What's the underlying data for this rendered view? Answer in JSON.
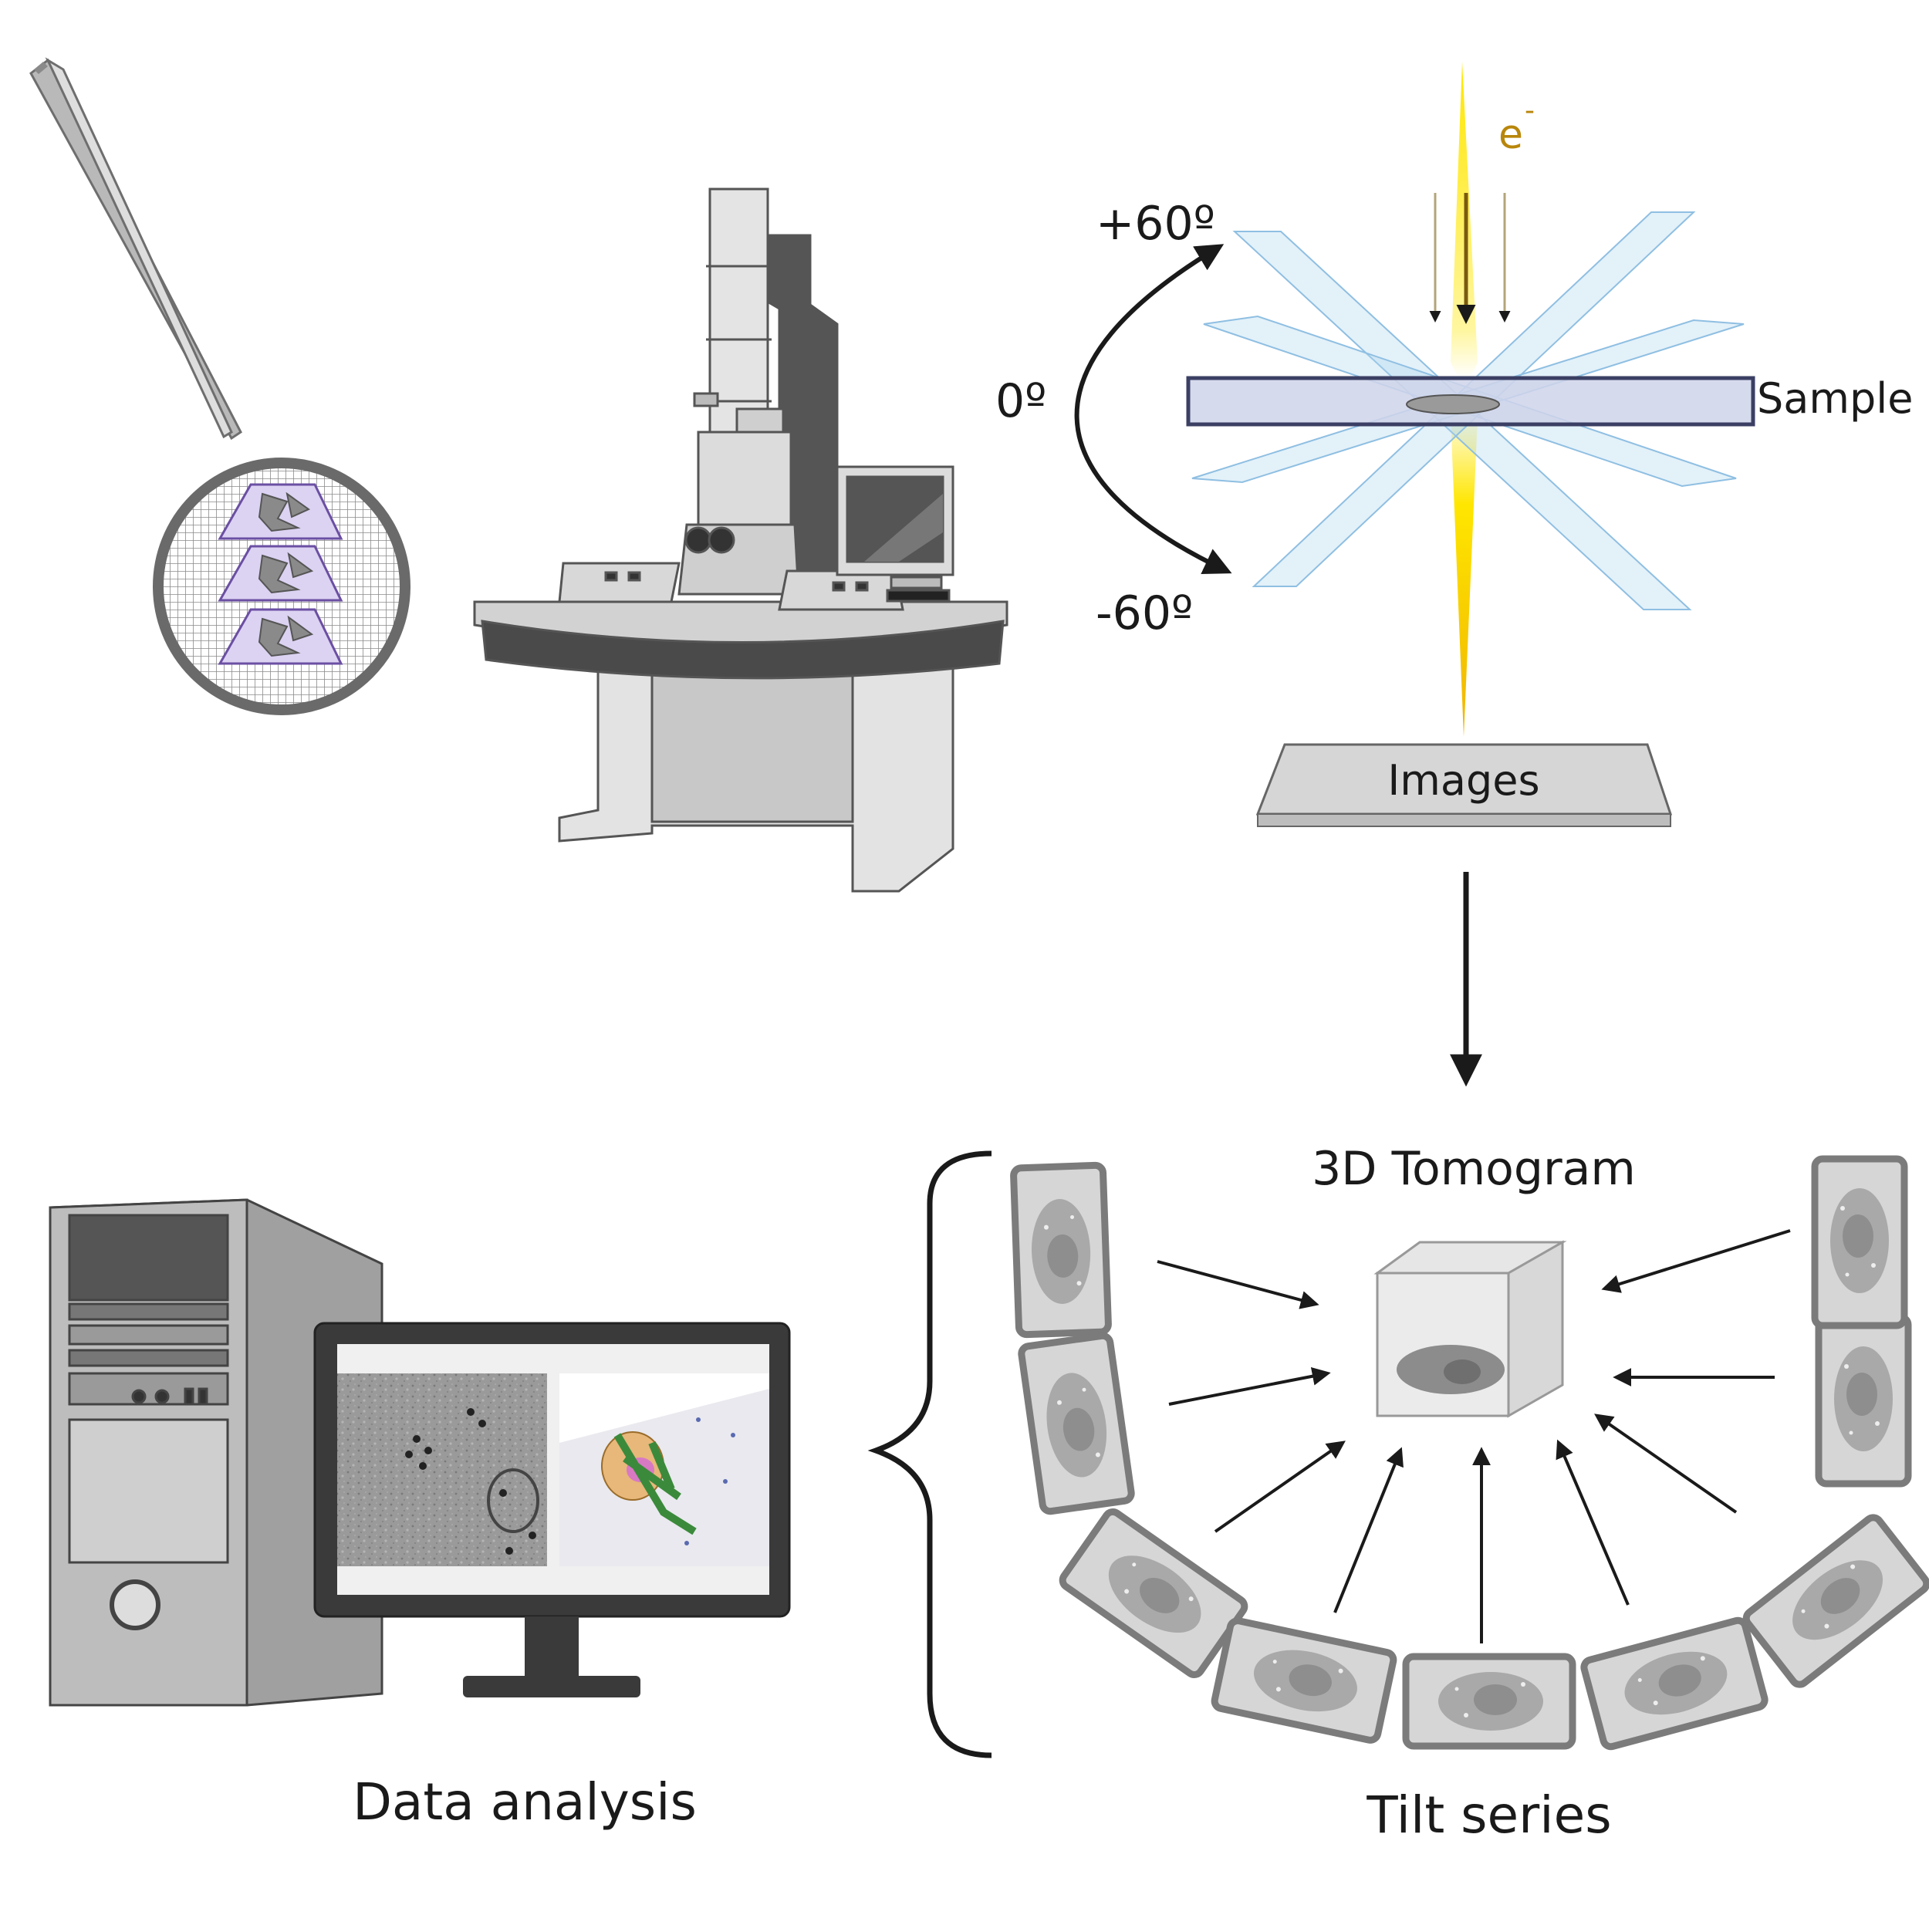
{
  "labels": {
    "electron": "e",
    "electron_sup": "-",
    "angle_plus": "+60º",
    "angle_zero": "0º",
    "angle_minus": "-60º",
    "sample": "Sample",
    "images": "Images",
    "tomogram": "3D Tomogram",
    "tilt_series": "Tilt series",
    "data_analysis": "Data analysis"
  },
  "colors": {
    "beam_yellow": "#ffe600",
    "beam_orange": "#f0b400",
    "electron_text": "#b8860b",
    "tilt_plane": "#a9d3ee",
    "sample_fill": "#cfd3ea",
    "sample_stroke": "#3b3f63",
    "grid_purple": "#dcd2f2",
    "instrument_gray": "#d9d9d9",
    "dark_gray": "#5a5a5a",
    "arrow": "#1a1a1a"
  },
  "icons": [
    "tweezers-icon",
    "em-grid-icon",
    "electron-microscope-icon",
    "computer-tower-icon",
    "monitor-icon",
    "tomogram-cube-icon",
    "tilt-image-icon"
  ]
}
